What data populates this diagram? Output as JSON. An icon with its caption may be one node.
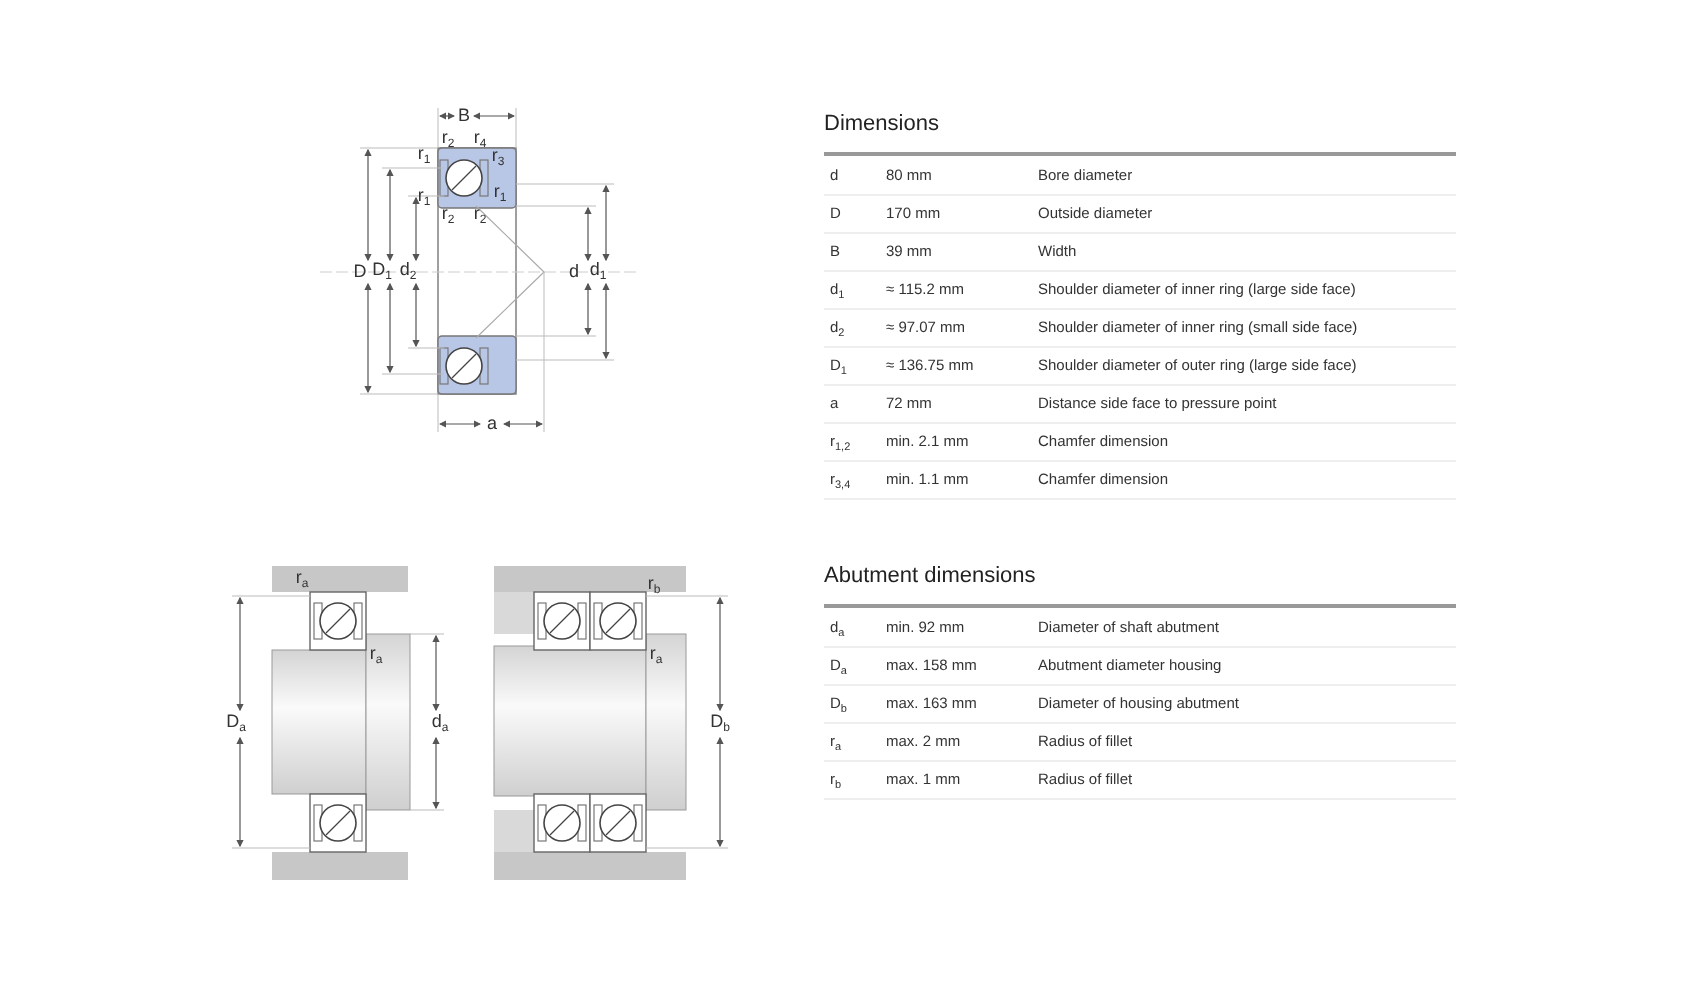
{
  "diagram": {
    "labels": [
      "B",
      "r$_{2}$",
      "r$_{4}$",
      "r$_{1}$",
      "r$_{3}$",
      "r$_{1}$",
      "r$_{1}$",
      "r$_{2}$",
      "r$_{2}$",
      "D",
      "D$_{1}$",
      "d$_{2}$",
      "d",
      "d$_{1}$",
      "a",
      "Dimensions",
      "d",
      "80 mm",
      "Bore diameter",
      "D",
      "170 mm",
      "Outside diameter",
      "B",
      "39 mm",
      "Width",
      "d$_{1}$",
      "≈ 115.2 mm",
      "Shoulder diameter of inner ring (large side face)",
      "d$_{2}$",
      "≈ 97.07 mm",
      "Shoulder diameter of inner ring (small side face)",
      "D$_{1}$",
      "≈ 136.75 mm",
      "Shoulder diameter of outer ring (large side face)",
      "a",
      "72 mm",
      "Distance side face to pressure point",
      "r$_{1,2}$",
      "min. 2.1 mm",
      "Chamfer dimension",
      "r$_{3,4}$",
      "min. 1.1 mm",
      "Chamfer dimension",
      "r$_{a}$",
      "r$_{a}$",
      "D$_{a}$",
      "d$_{a}$",
      "r$_{b}$",
      "r$_{a}$",
      "D$_{b}$",
      "Abutment dimensions",
      "d$_{a}$",
      "min. 92 mm",
      "Diameter of shaft abutment",
      "D$_{a}$",
      "max. 158 mm",
      "Abutment diameter housing",
      "D$_{b}$",
      "max. 163 mm",
      "Diameter of housing abutment",
      "r$_{a}$",
      "max. 2 mm",
      "Radius of fillet",
      "r$_{b}$",
      "max. 1 mm",
      "Radius of fillet"
    ]
  }
}
